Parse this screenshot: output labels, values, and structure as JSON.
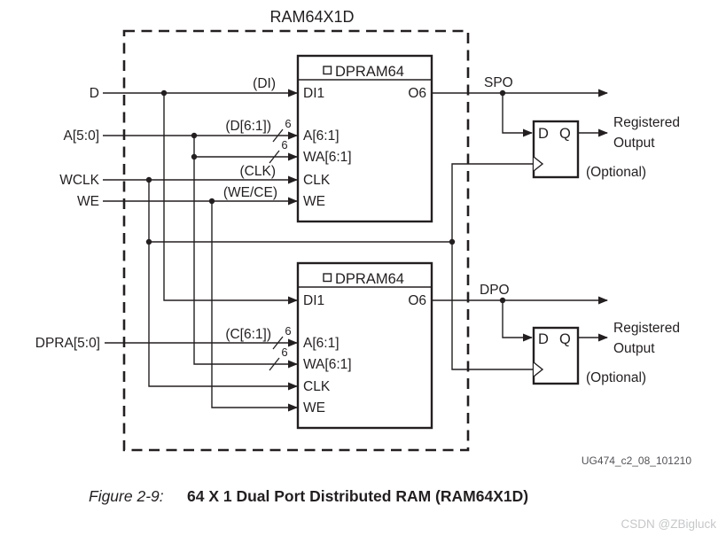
{
  "diagram": {
    "title": "RAM64X1D",
    "footnote": "UG474_c2_08_101210",
    "inputs": {
      "d": "D",
      "a": "A[5:0]",
      "wclk": "WCLK",
      "we": "WE",
      "dpra": "DPRA[5:0]"
    },
    "wire_labels": {
      "di": "(DI)",
      "d_bus": "(D[6:1])",
      "clk": "(CLK)",
      "we_ce": "(WE/CE)",
      "c_bus": "(C[6:1])",
      "bus_width": "6"
    },
    "upper_block": {
      "instance_label": "DPRAM64",
      "ports": {
        "di1": "DI1",
        "a": "A[6:1]",
        "wa": "WA[6:1]",
        "clk": "CLK",
        "we": "WE",
        "o6": "O6"
      },
      "output_label": "SPO"
    },
    "lower_block": {
      "instance_label": "DPRAM64",
      "ports": {
        "di1": "DI1",
        "a": "A[6:1]",
        "wa": "WA[6:1]",
        "clk": "CLK",
        "we": "WE",
        "o6": "O6"
      },
      "output_label": "DPO"
    },
    "flip_flop": {
      "d": "D",
      "q": "Q"
    },
    "annotations": {
      "registered_line1": "Registered",
      "registered_line2": "Output",
      "optional": "(Optional)"
    }
  },
  "caption": {
    "prefix": "Figure 2-9:",
    "text": "64 X 1 Dual Port Distributed RAM (RAM64X1D)"
  },
  "watermark": "CSDN @ZBigluck",
  "colors": {
    "ink": "#231f20",
    "footnote_gray": "#515256",
    "watermark_gray": "#c6c7c9"
  }
}
